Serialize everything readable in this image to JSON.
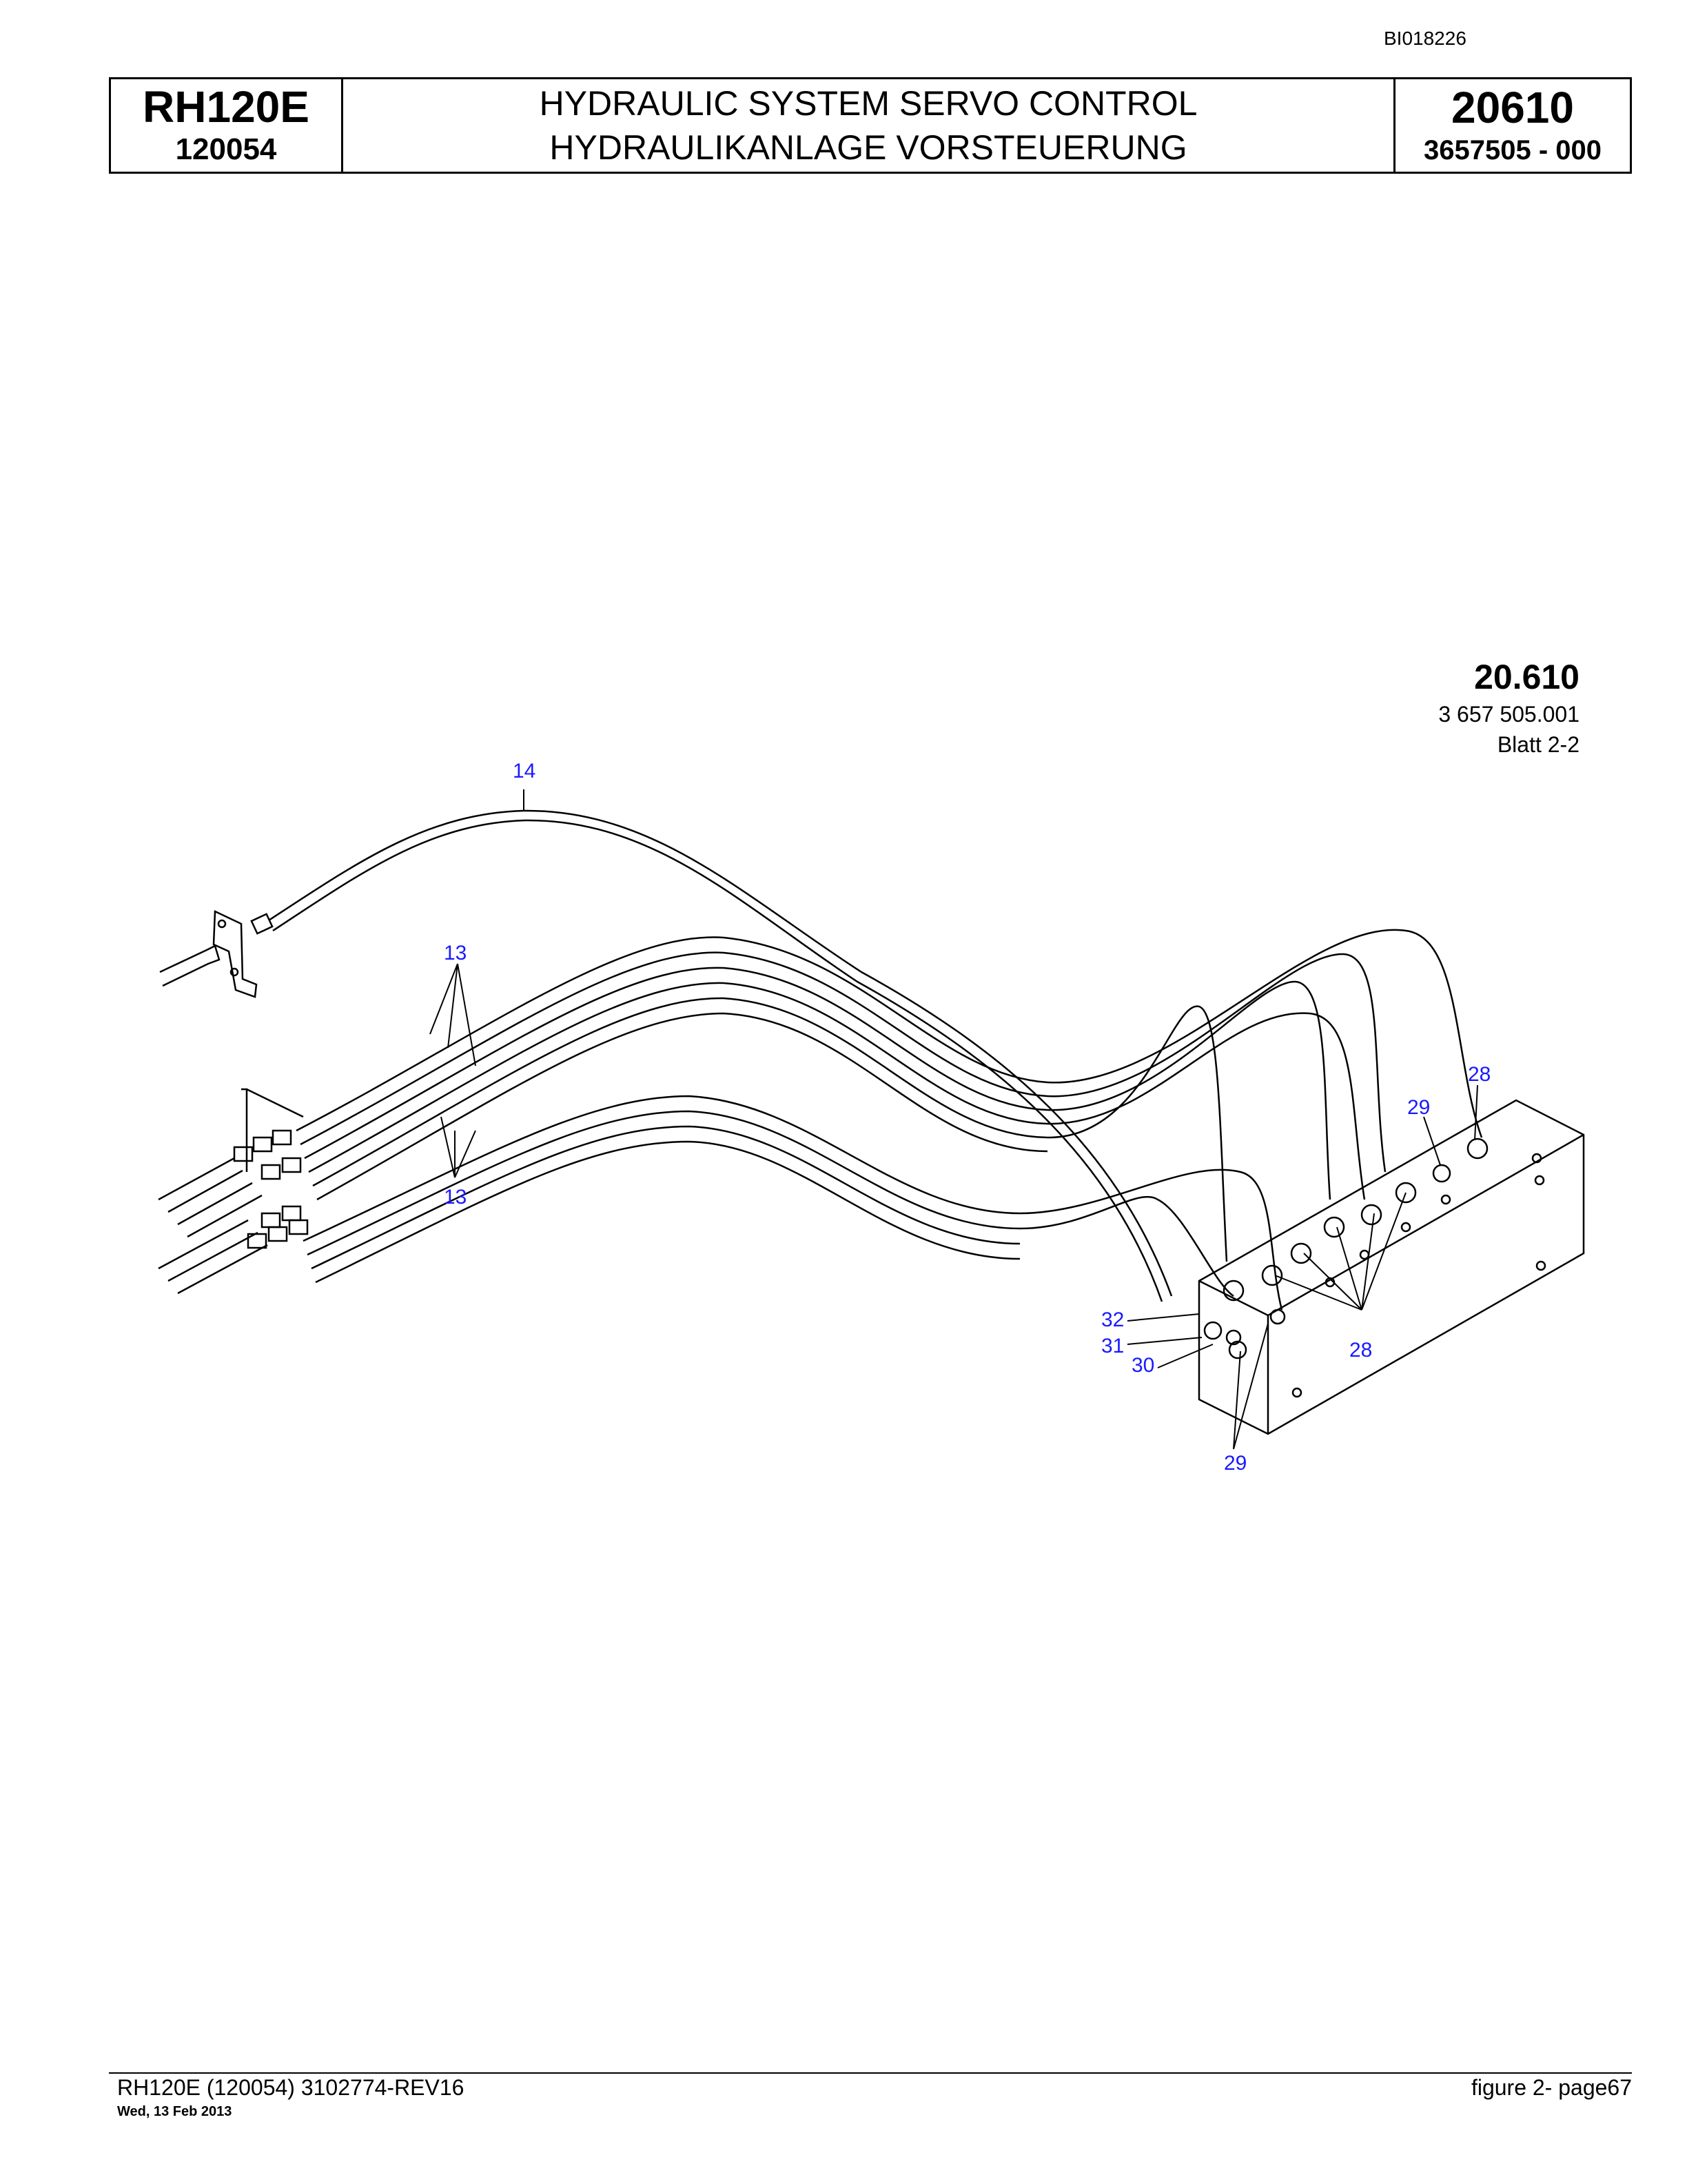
{
  "doc_id": "BI018226",
  "header": {
    "model": "RH120E",
    "serial": "120054",
    "title_en": "HYDRAULIC SYSTEM SERVO CONTROL",
    "title_de": "HYDRAULIKANLAGE VORSTEUERUNG",
    "group_no": "20610",
    "part_no": "3657505  - 000"
  },
  "sheet": {
    "group": "20.610",
    "part": "3 657 505.001",
    "blatt": "Blatt 2-2"
  },
  "callouts": {
    "c14": "14",
    "c13_top": "13",
    "c13_bottom": "13",
    "c28_top": "28",
    "c29_top": "29",
    "c32": "32",
    "c31": "31",
    "c30": "30",
    "c28_bottom": "28",
    "c29_bottom": "29"
  },
  "colors": {
    "callout": "#1a1aff",
    "line": "#000000"
  },
  "footer": {
    "left": "RH120E (120054) 3102774-REV16",
    "date": "Wed, 13 Feb 2013",
    "right": "figure  2- page67"
  }
}
